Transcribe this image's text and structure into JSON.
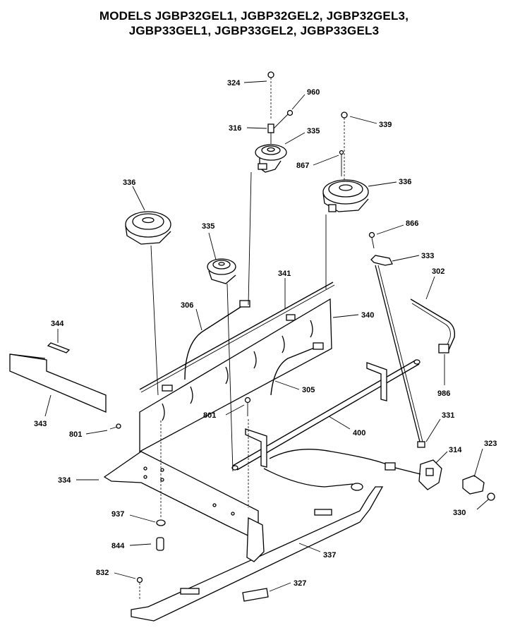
{
  "header": {
    "title_line1": "MODELS JGBP32GEL1, JGBP32GEL2, JGBP32GEL3,",
    "title_line2": "JGBP33GEL1, JGBP33GEL2, JGBP33GEL3"
  },
  "callouts": {
    "p324": "324",
    "p960": "960",
    "p316": "316",
    "p335a": "335",
    "p339": "339",
    "p867": "867",
    "p336a": "336",
    "p336b": "336",
    "p866": "866",
    "p335b": "335",
    "p333": "333",
    "p302": "302",
    "p341": "341",
    "p306": "306",
    "p340": "340",
    "p344": "344",
    "p986": "986",
    "p305": "305",
    "p343": "343",
    "p801a": "801",
    "p801b": "801",
    "p400": "400",
    "p331": "331",
    "p323": "323",
    "p314": "314",
    "p334": "334",
    "p330": "330",
    "p937": "937",
    "p844": "844",
    "p337": "337",
    "p832": "832",
    "p327": "327"
  }
}
